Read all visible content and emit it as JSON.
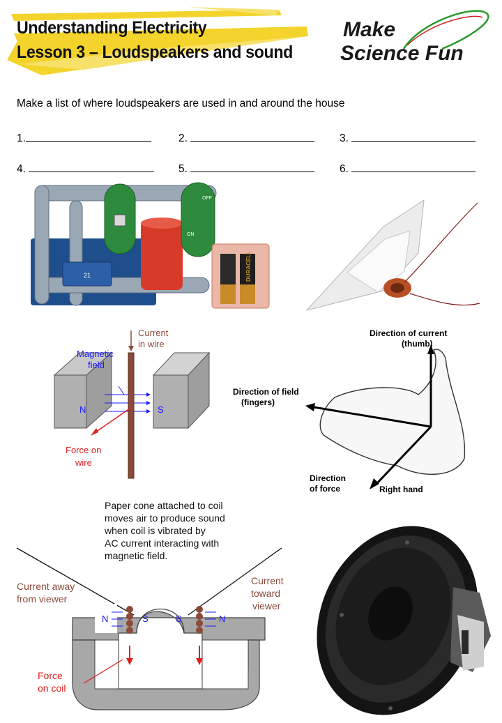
{
  "header": {
    "title_line_1": "Understanding Electricity",
    "title_line_2": "Lesson 3 – Loudspeakers and sound",
    "logo_line_1": "Make",
    "logo_line_2": "Science Fun"
  },
  "worksheet": {
    "instruction": "Make a list of where loudspeakers are used in and around the house",
    "blanks": [
      {
        "label": "1."
      },
      {
        "label": "2."
      },
      {
        "label": "3."
      },
      {
        "label": "4."
      },
      {
        "label": "5."
      },
      {
        "label": "6."
      }
    ]
  },
  "circuit_photo": {
    "battery_brand": "DURACELL",
    "switch_on": "ON",
    "switch_off": "OFF",
    "block_label": "21"
  },
  "force_diagram": {
    "current_label": "Current\nin wire",
    "field_label": "Magnetic\nfield",
    "north": "N",
    "south": "S",
    "force_label": "Force on\nwire"
  },
  "hand_diagram": {
    "current_label": "Direction  of current\n(thumb)",
    "field_label": "Direction of field\n(fingers)",
    "force_label": "Direction\nof force",
    "hand_label": "Right hand"
  },
  "speaker_diagram": {
    "caption": "Paper cone attached to coil\nmoves air to produce sound\nwhen coil is vibrated by\nAC current interacting with\nmagnetic field.",
    "current_away": "Current away\nfrom viewer",
    "current_toward": "Current\ntoward\nviewer",
    "force_label": "Force\non coil",
    "north": "N",
    "south": "S"
  },
  "colors": {
    "banner_yellow": "#f4d42c",
    "brown": "#8b4a3a",
    "blue_arrows": "#1a1aff",
    "red_arrows": "#e02020",
    "pole_grey": "#a8a8a8",
    "logo_green": "#2a9a2a",
    "logo_red": "#cc2020"
  }
}
